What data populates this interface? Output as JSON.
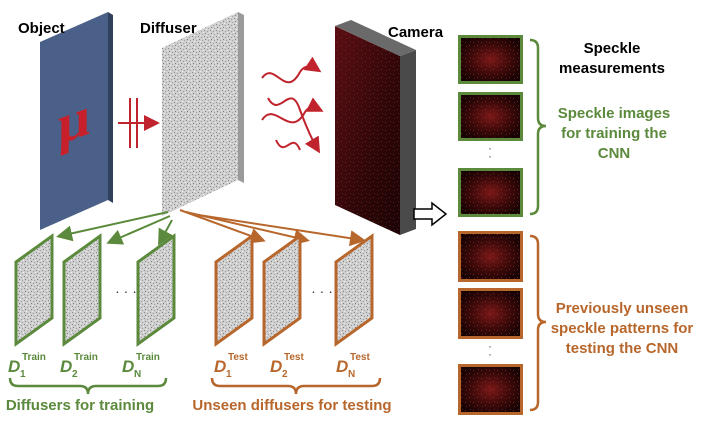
{
  "labels": {
    "object": "Object",
    "diffuser": "Diffuser",
    "camera": "Camera",
    "speckle_title_line1": "Speckle",
    "speckle_title_line2": "measurements",
    "train_note_line1": "Speckle images",
    "train_note_line2": "for training the",
    "train_note_line3": "CNN",
    "test_note_line1": "Previously unseen",
    "test_note_line2": "speckle patterns for",
    "test_note_line3": "testing the CNN",
    "diffusers_training": "Diffusers for training",
    "diffusers_testing": "Unseen diffusers for testing",
    "object_glyph": "μ",
    "ellipsis": "· · ·",
    "vdots": "·"
  },
  "diffuser_labels": {
    "letter": "D",
    "train_sup": "Train",
    "test_sup": "Test",
    "subs": [
      "1",
      "2",
      "N"
    ]
  },
  "colors": {
    "object_panel": "#4b6088",
    "object_glyph": "#c8202a",
    "diffuser_panel": "#c8c8c8",
    "camera_front": "#3a0a0e",
    "camera_side": "#4a4a4a",
    "train_green": "#5b8a3c",
    "test_orange": "#b8672c",
    "light_red": "#c0232c",
    "speckle_bg": "#1a0505"
  }
}
